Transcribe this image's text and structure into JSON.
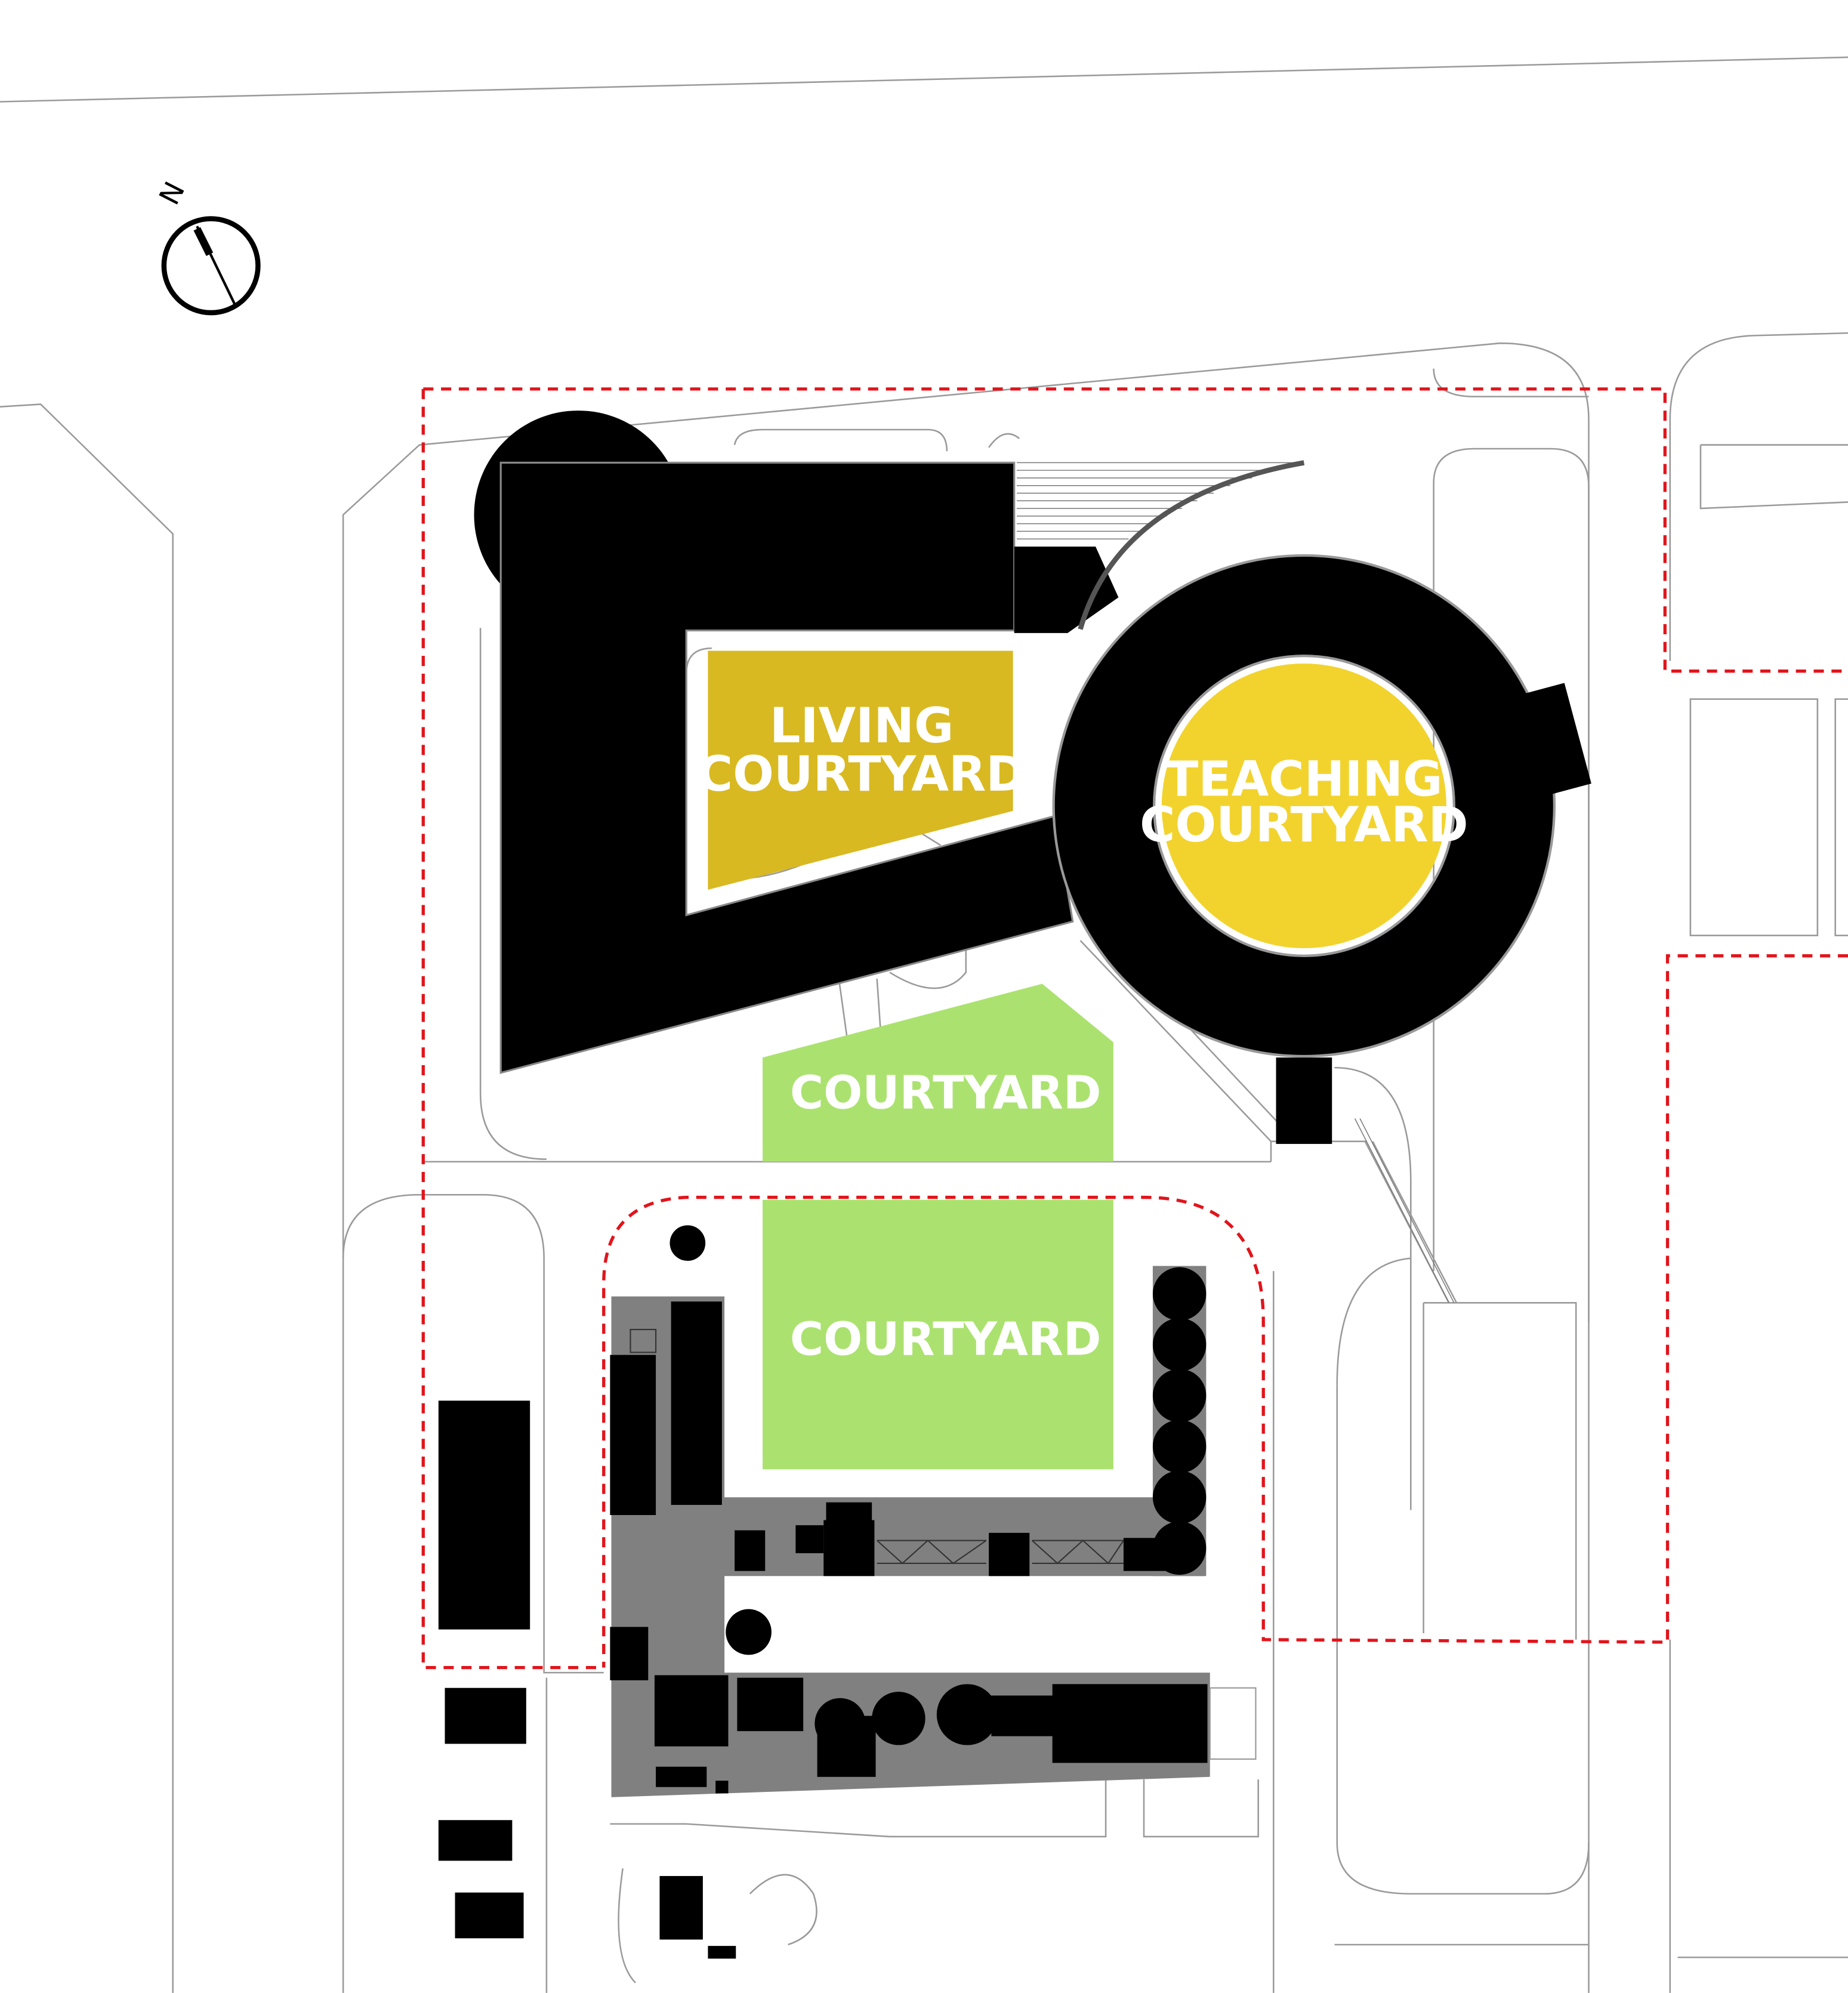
{
  "compass": {
    "north_label": "N"
  },
  "labels": {
    "living_courtyard": [
      "LIVING",
      "COURTYARD"
    ],
    "teaching_courtyard": [
      "TEACHING",
      "COURTYARD"
    ],
    "courtyard_upper": "COURTYARD",
    "courtyard_lower": "COURTYARD"
  },
  "colors": {
    "building": "#000000",
    "service_block": "#808080",
    "living_courtyard": "#d9b921",
    "teaching_courtyard": "#f2d32e",
    "green_courtyard": "#abe26f",
    "site_boundary": "#e2141b",
    "road_lines": "#9a9a9a",
    "label_text": "#ffffff"
  }
}
